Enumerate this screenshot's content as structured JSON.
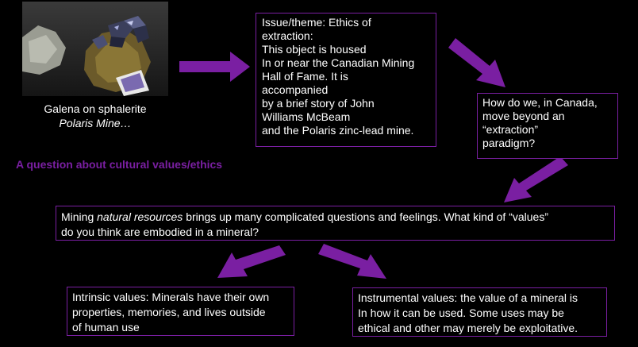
{
  "photo": {
    "caption_line1": "Galena on sphalerite",
    "caption_line2": "Polaris Mine…"
  },
  "section_heading": "A question about cultural values/ethics",
  "issue_box": {
    "lines": [
      "Issue/theme: Ethics of",
      "extraction:",
      "This object is housed",
      "In or near the Canadian  Mining",
      "Hall of Fame. It is",
      "accompanied",
      "by a brief story of John",
      "Williams McBeam",
      "and the Polaris zinc-lead mine."
    ]
  },
  "canada_box": {
    "lines": [
      "How do we, in Canada,",
      "move  beyond an",
      "“extraction”",
      "paradigm?"
    ]
  },
  "mining_box": {
    "text_before": "Mining ",
    "text_italic": "natural resources",
    "text_after_line1": " brings up many complicated questions and feelings. What kind of “values”",
    "line2": "do you think are embodied in a mineral?"
  },
  "intrinsic_box": {
    "lines": [
      "Intrinsic values: Minerals have their own",
      "properties, memories, and lives outside",
      "of human use"
    ]
  },
  "instrumental_box": {
    "lines": [
      "Instrumental values: the value of a mineral is",
      "In how it can be used. Some uses may be",
      "ethical and other may merely be exploitative."
    ]
  },
  "colors": {
    "background": "#000000",
    "accent_purple": "#7a1fa2",
    "text": "#ffffff"
  }
}
